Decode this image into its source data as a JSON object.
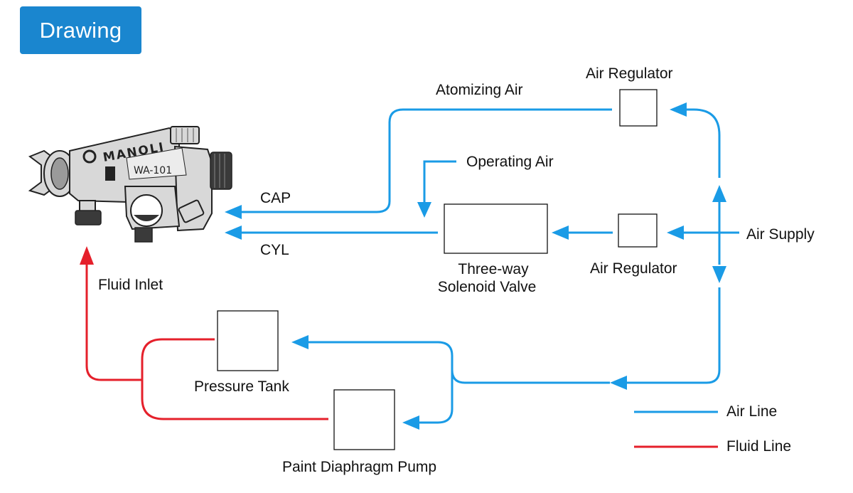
{
  "header": {
    "title": "Drawing"
  },
  "gun": {
    "brand": "MANOLI",
    "model": "WA-101"
  },
  "labels": {
    "atomizing_air": "Atomizing Air",
    "operating_air": "Operating Air",
    "cap": "CAP",
    "cyl": "CYL",
    "fluid_inlet": "Fluid Inlet",
    "air_regulator_top": "Air Regulator",
    "air_regulator_mid": "Air Regulator",
    "air_supply": "Air Supply",
    "solenoid_line1": "Three-way",
    "solenoid_line2": "Solenoid Valve",
    "pressure_tank": "Pressure Tank",
    "diaphragm_pump": "Paint Diaphragm Pump"
  },
  "legend": {
    "air_line": "Air Line",
    "fluid_line": "Fluid Line"
  },
  "colors": {
    "air_line": "#1a9be6",
    "fluid_line": "#e5202b",
    "header_badge": "#1a86cf"
  }
}
